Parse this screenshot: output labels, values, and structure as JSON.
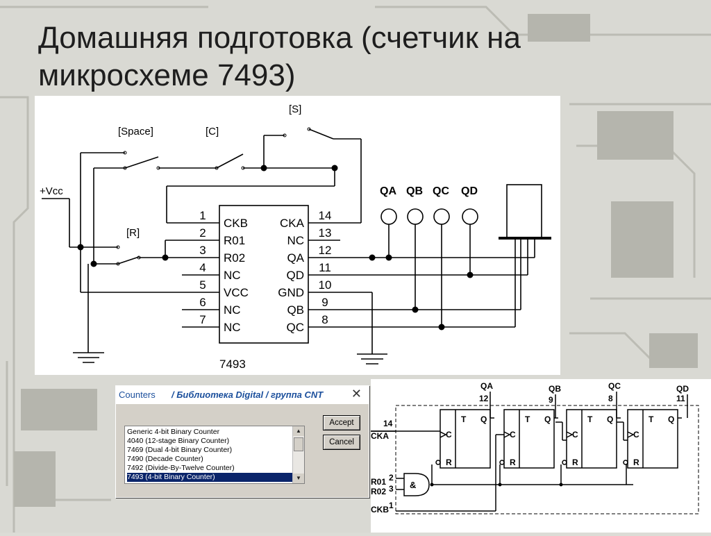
{
  "title": "Домашняя подготовка (счетчик на микросхеме 7493)",
  "schematic": {
    "keys": {
      "space": "[Space]",
      "c": "[C]",
      "s": "[S]",
      "r": "[R]"
    },
    "vcc_label": "+Vcc",
    "chip_name": "7493",
    "pins_left": [
      {
        "num": "1",
        "name": "CKB"
      },
      {
        "num": "2",
        "name": "R01"
      },
      {
        "num": "3",
        "name": "R02"
      },
      {
        "num": "4",
        "name": "NC"
      },
      {
        "num": "5",
        "name": "VCC"
      },
      {
        "num": "6",
        "name": "NC"
      },
      {
        "num": "7",
        "name": "NC"
      }
    ],
    "pins_right": [
      {
        "num": "14",
        "name": "CKA"
      },
      {
        "num": "13",
        "name": "NC"
      },
      {
        "num": "12",
        "name": "QA"
      },
      {
        "num": "11",
        "name": "QD"
      },
      {
        "num": "10",
        "name": "GND"
      },
      {
        "num": "9",
        "name": "QB"
      },
      {
        "num": "8",
        "name": "QC"
      }
    ],
    "probe_labels": [
      "QA",
      "QB",
      "QC",
      "QD"
    ]
  },
  "dialog": {
    "app_name": "Counters",
    "library_path": "/ Библиотека Digital / группа CNT",
    "items": [
      "Generic 4-bit Binary Counter",
      "4040 (12-stage Binary Counter)",
      "7469 (Dual 4-bit Binary Counter)",
      "7490 (Decade Counter)",
      "7492 (Divide-By-Twelve Counter)",
      "7493 (4-bit Binary Counter)"
    ],
    "selected_item": "7493 (4-bit Binary Counter)",
    "accept_label": "Accept",
    "cancel_label": "Cancel",
    "close_label": "✕"
  },
  "internal": {
    "outputs": [
      {
        "label": "QA",
        "pin": "12"
      },
      {
        "label": "QB",
        "pin": "9"
      },
      {
        "label": "QC",
        "pin": "8"
      },
      {
        "label": "QD",
        "pin": "11"
      }
    ],
    "inputs": {
      "cka": "CKA",
      "cka_pin": "14",
      "r01": "R01",
      "r01_pin": "2",
      "r02": "R02",
      "r02_pin": "3",
      "ckb": "CKB",
      "ckb_pin": "1"
    },
    "gate_symbol": "&",
    "ff_labels": {
      "t": "T",
      "q": "Q",
      "c": "C",
      "r": "R"
    }
  }
}
